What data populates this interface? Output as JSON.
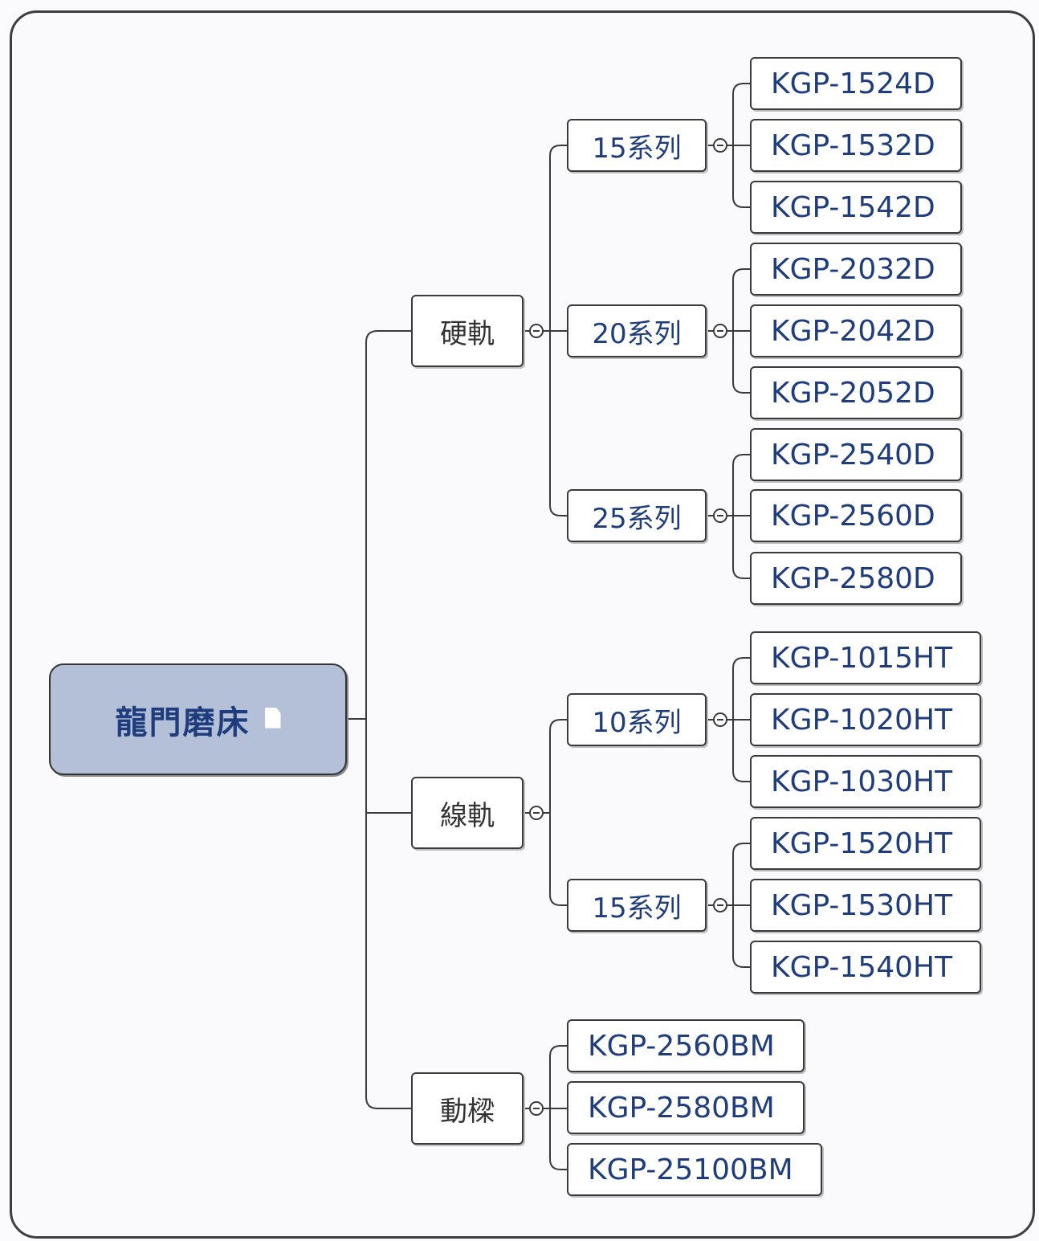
{
  "root": {
    "label": "龍門磨床"
  },
  "branches": {
    "hard_rail": {
      "label": "硬軌",
      "series_15": {
        "label": "15系列",
        "models": [
          "KGP-1524D",
          "KGP-1532D",
          "KGP-1542D"
        ]
      },
      "series_20": {
        "label": "20系列",
        "models": [
          "KGP-2032D",
          "KGP-2042D",
          "KGP-2052D"
        ]
      },
      "series_25": {
        "label": "25系列",
        "models": [
          "KGP-2540D",
          "KGP-2560D",
          "KGP-2580D"
        ]
      }
    },
    "linear_rail": {
      "label": "線軌",
      "series_10": {
        "label": "10系列",
        "models": [
          "KGP-1015HT",
          "KGP-1020HT",
          "KGP-1030HT"
        ]
      },
      "series_15": {
        "label": "15系列",
        "models": [
          "KGP-1520HT",
          "KGP-1530HT",
          "KGP-1540HT"
        ]
      }
    },
    "moving_beam": {
      "label": "動樑",
      "models": [
        "KGP-2560BM",
        "KGP-2580BM",
        "KGP-25100BM"
      ]
    }
  },
  "colors": {
    "accent": "#1f3d7d",
    "root_fill": "#b4c0d8",
    "line": "#3a3a3a"
  }
}
